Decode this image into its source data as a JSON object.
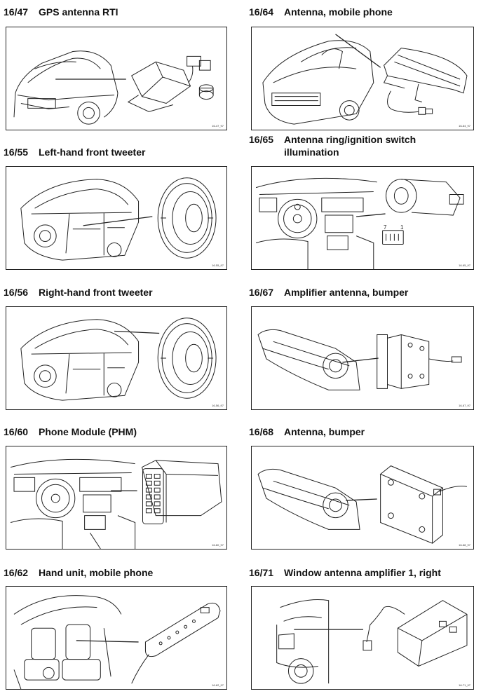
{
  "sections": [
    {
      "code": "16/47",
      "title": "GPS antenna RTI",
      "ref": "16-47_97"
    },
    {
      "code": "16/64",
      "title": "Antenna, mobile phone",
      "ref": "16-64_97"
    },
    {
      "code": "16/55",
      "title": "Left-hand front tweeter",
      "ref": "16-55_97"
    },
    {
      "code": "16/65",
      "title": "Antenna ring/ignition switch illumination",
      "ref": "16-65_97",
      "pin_left": "7",
      "pin_right": "1"
    },
    {
      "code": "16/56",
      "title": "Right-hand front tweeter",
      "ref": "16-56_97"
    },
    {
      "code": "16/67",
      "title": "Amplifier antenna, bumper",
      "ref": "16-67_97"
    },
    {
      "code": "16/60",
      "title": "Phone Module (PHM)",
      "ref": "16-60_97"
    },
    {
      "code": "16/68",
      "title": "Antenna, bumper",
      "ref": "16-68_97"
    },
    {
      "code": "16/62",
      "title": "Hand unit, mobile phone",
      "ref": "16-62_97"
    },
    {
      "code": "16/71",
      "title": "Window antenna amplifier 1, right",
      "ref": "16-71_97"
    }
  ]
}
